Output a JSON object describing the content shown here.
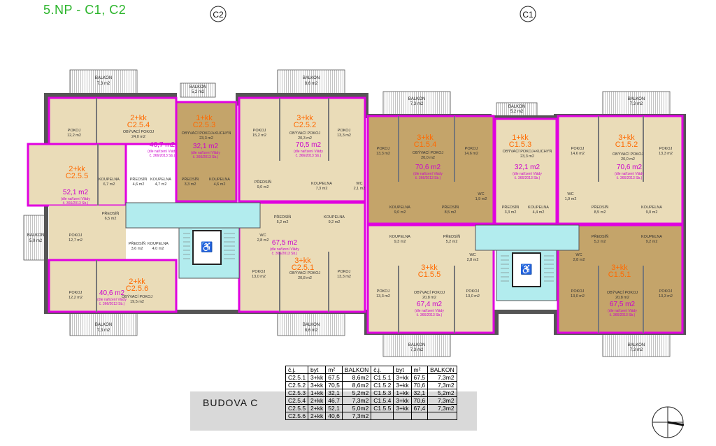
{
  "title": "5.NP - C1, C2",
  "sections": {
    "c2": "C2",
    "c1": "C1"
  },
  "building": "BUDOVA C",
  "colors": {
    "accent": "#e000e0",
    "unitlabel": "#ff6a00",
    "title": "#2cb52c",
    "dark_unit": "#c4a46a",
    "light_unit": "#eadcb8",
    "stair": "#b2ecee"
  },
  "units": {
    "c254": {
      "type": "2+kk",
      "code": "C2.5.4",
      "area": "46,7 m2"
    },
    "c253": {
      "type": "1+kk",
      "code": "C2.5.3",
      "area": "32,1 m2"
    },
    "c252": {
      "type": "3+kk",
      "code": "C2.5.2",
      "area": "70,5 m2"
    },
    "c255": {
      "type": "2+kk",
      "code": "C2.5.5",
      "area": "52,1 m2"
    },
    "c256": {
      "type": "2+kk",
      "code": "C2.5.6",
      "area": "40,6 m2"
    },
    "c251": {
      "type": "3+kk",
      "code": "C2.5.1",
      "area": "67,5 m2"
    },
    "c154": {
      "type": "3+kk",
      "code": "C1.5.4",
      "area": "70,6 m2"
    },
    "c153": {
      "type": "1+kk",
      "code": "C1.5.3",
      "area": "32,1 m2"
    },
    "c152": {
      "type": "3+kk",
      "code": "C1.5.2",
      "area": "70,6 m2"
    },
    "c155": {
      "type": "3+kk",
      "code": "C1.5.5",
      "area": "67,4 m2"
    },
    "c151": {
      "type": "3+kk",
      "code": "C1.5.1",
      "area": "67,5 m2"
    }
  },
  "note1": "(dle nařízení Vlády",
  "note2": "č. 366/2013 Sb.)",
  "rooms": {
    "pokoj": "POKOJ",
    "obyvaci": "OBÝVACÍ POKOJ",
    "obyvaci_kuchyn": "OBÝVACÍ POKOJ+KUCHYŇ",
    "predsin": "PŘEDSÍŇ",
    "koupelna": "KOUPELNA",
    "wc": "WC"
  },
  "room_areas": {
    "a1": "12,2 m2",
    "a2": "24,0 m2",
    "a3": "23,3 m2",
    "a4": "15,2 m2",
    "a5": "20,3 m2",
    "a6": "13,3 m2",
    "a7": "6,7 m2",
    "a8": "4,6 m2",
    "a9": "4,7 m2",
    "a10": "3,3 m2",
    "a11": "4,6 m2",
    "a12": "9,0 m2",
    "a13": "7,3 m2",
    "a14": "2,1 m2",
    "a15": "6,5 m2",
    "a16": "12,7 m2",
    "a17": "3,6 m2",
    "a18": "4,0 m2",
    "a19": "19,5 m2",
    "a20": "5,2 m2",
    "a21": "9,2 m2",
    "a22": "2,8 m2",
    "a23": "13,0 m2",
    "a24": "20,8 m2",
    "a25": "13,3 m2",
    "a26": "20,0 m2",
    "a27": "14,6 m2",
    "a28": "1,9 m2",
    "a29": "9,0 m2",
    "a30": "8,5 m2",
    "a31": "3,3 m2",
    "a32": "4,4 m2",
    "a33": "8,5 m2",
    "a34": "9,0 m2",
    "a35": "9,3 m2",
    "a36": "5,2 m2",
    "a37": "2,8 m2",
    "a38": "20,8 m2"
  },
  "balconies": {
    "label": "BALKON",
    "b1": "7,3 m2",
    "b2": "5,2 m2",
    "b3": "8,6 m2",
    "b4": "7,3 m2",
    "b5": "5,2 m2",
    "b6": "7,3 m2",
    "b7": "5,0 m2",
    "b8": "7,3 m2",
    "b9": "8,6 m2",
    "b10": "7,3 m2",
    "b11": "7,3 m2"
  },
  "table": {
    "headers": [
      "č.j.",
      "byt",
      "m²",
      "BALKON",
      "č.j.",
      "byt",
      "m²",
      "BALKON"
    ],
    "rows": [
      [
        "C2.5.1",
        "3+kk",
        "67,5",
        "8,6m2",
        "C1.5.1",
        "3+kk",
        "67,5",
        "7,3m2"
      ],
      [
        "C2.5.2",
        "3+kk",
        "70,5",
        "8,6m2",
        "C1.5.2",
        "3+kk",
        "70,6",
        "7,3m2"
      ],
      [
        "C2.5.3",
        "1+kk",
        "32,1",
        "5,2m2",
        "C1.5.3",
        "1+kk",
        "32,1",
        "5,2m2"
      ],
      [
        "C2.5.4",
        "2+kk",
        "46,7",
        "7,3m2",
        "C1.5.4",
        "3+kk",
        "70,6",
        "7,3m2"
      ],
      [
        "C2.5.5",
        "2+kk",
        "52,1",
        "5,0m2",
        "C1.5.5",
        "3+kk",
        "67,4",
        "7,3m2"
      ],
      [
        "C2.5.6",
        "2+kk",
        "40,6",
        "7,3m2",
        "",
        "",
        "",
        ""
      ]
    ]
  }
}
